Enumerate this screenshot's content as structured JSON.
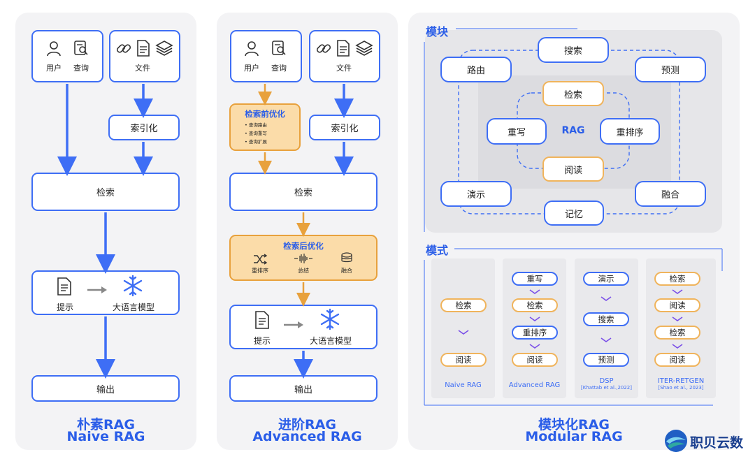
{
  "colors": {
    "blue": "#3e6ef5",
    "orange": "#e8a13c",
    "orange_fill": "#fbdca9",
    "panel": "#f3f3f5"
  },
  "naive": {
    "user": "用户",
    "query": "查询",
    "file": "文件",
    "index": "索引化",
    "retrieve": "检索",
    "prompt": "提示",
    "llm": "大语言模型",
    "output": "输出",
    "title_cn": "朴素RAG",
    "title_en": "Naive RAG"
  },
  "advanced": {
    "user": "用户",
    "query": "查询",
    "file": "文件",
    "index": "索引化",
    "pre_title": "检索前优化",
    "pre_items": [
      "• 查询路由",
      "• 查询重写",
      "• 查询扩展"
    ],
    "retrieve": "检索",
    "post_title": "检索后优化",
    "post_rerank": "重排序",
    "post_summary": "总结",
    "post_fusion": "融合",
    "prompt": "提示",
    "llm": "大语言模型",
    "output": "输出",
    "title_cn": "进阶RAG",
    "title_en": "Advanced RAG"
  },
  "modular": {
    "modules_title": "模块",
    "outer": {
      "search": "搜索",
      "route": "路由",
      "predict": "预测",
      "demo": "演示",
      "fuse": "融合",
      "memory": "记忆"
    },
    "inner": {
      "retrieve": "检索",
      "rewrite": "重写",
      "rag": "RAG",
      "rerank": "重排序",
      "read": "阅读"
    },
    "patterns_title": "模式",
    "patterns": {
      "naive": {
        "steps": [
          "检索",
          "阅读"
        ],
        "label": "Naive RAG"
      },
      "advanced": {
        "steps": [
          "重写",
          "检索",
          "重排序",
          "阅读"
        ],
        "label": "Advanced RAG"
      },
      "dsp": {
        "steps": [
          "演示",
          "搜索",
          "预测"
        ],
        "label": "DSP",
        "ref": "[Khattab et al.,2022]"
      },
      "iter": {
        "steps": [
          "检索",
          "阅读",
          "检索",
          "阅读"
        ],
        "label": "ITER-RETGEN",
        "ref": "[Shao et al., 2023]"
      }
    },
    "title_cn": "模块化RAG",
    "title_en": "Modular RAG"
  },
  "logo": {
    "text": "职贝云数"
  }
}
